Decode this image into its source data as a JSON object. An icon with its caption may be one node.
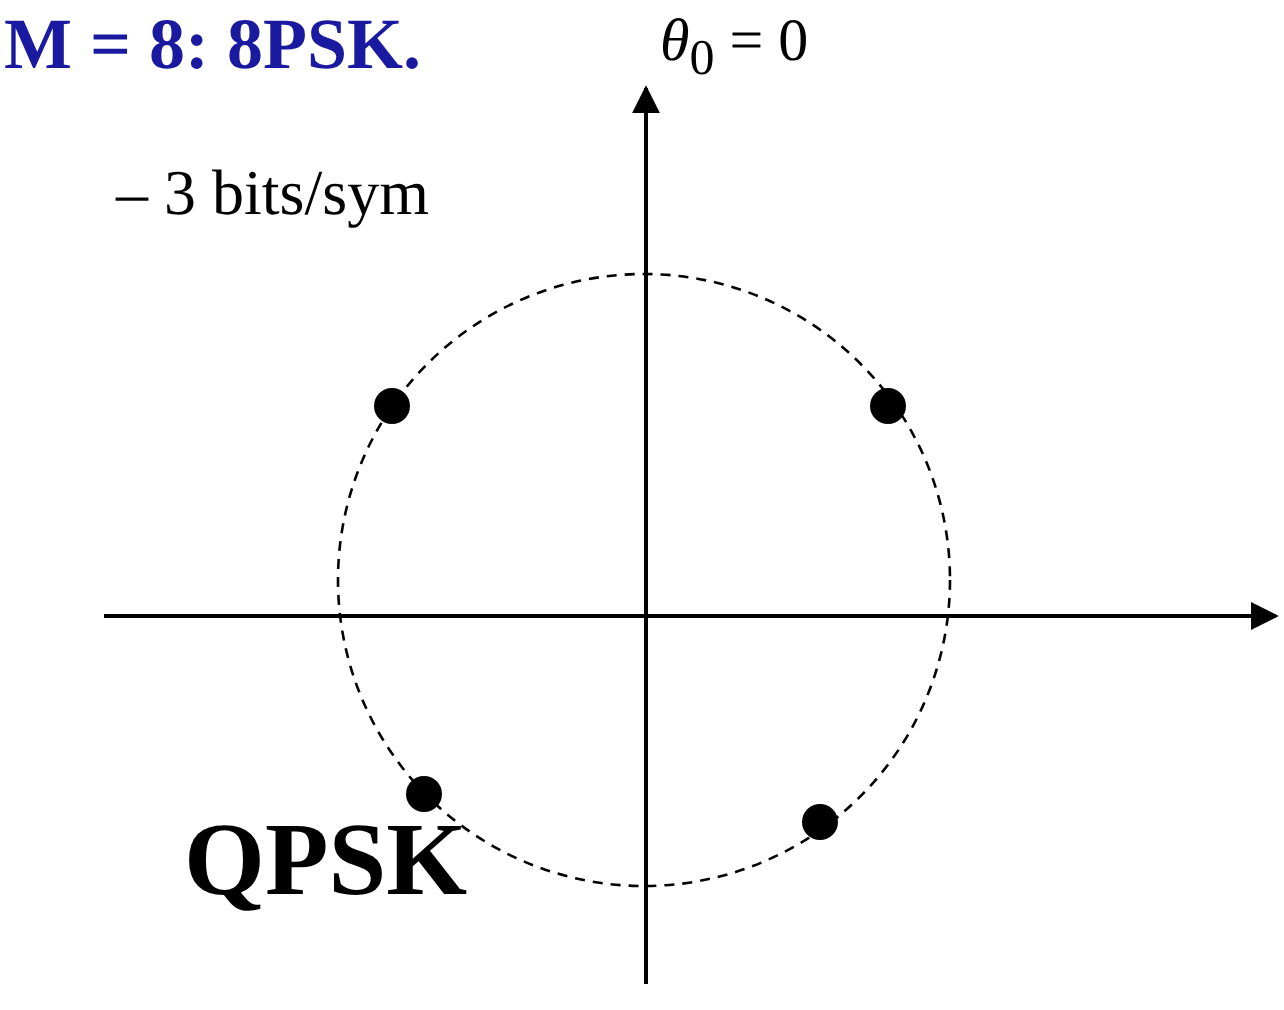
{
  "diagram": {
    "labels": [
      "M = 8: 8PSK.",
      "– 3 bits/sym",
      "*θ*$_{0}$ = 0",
      "QPSK"
    ]
  }
}
